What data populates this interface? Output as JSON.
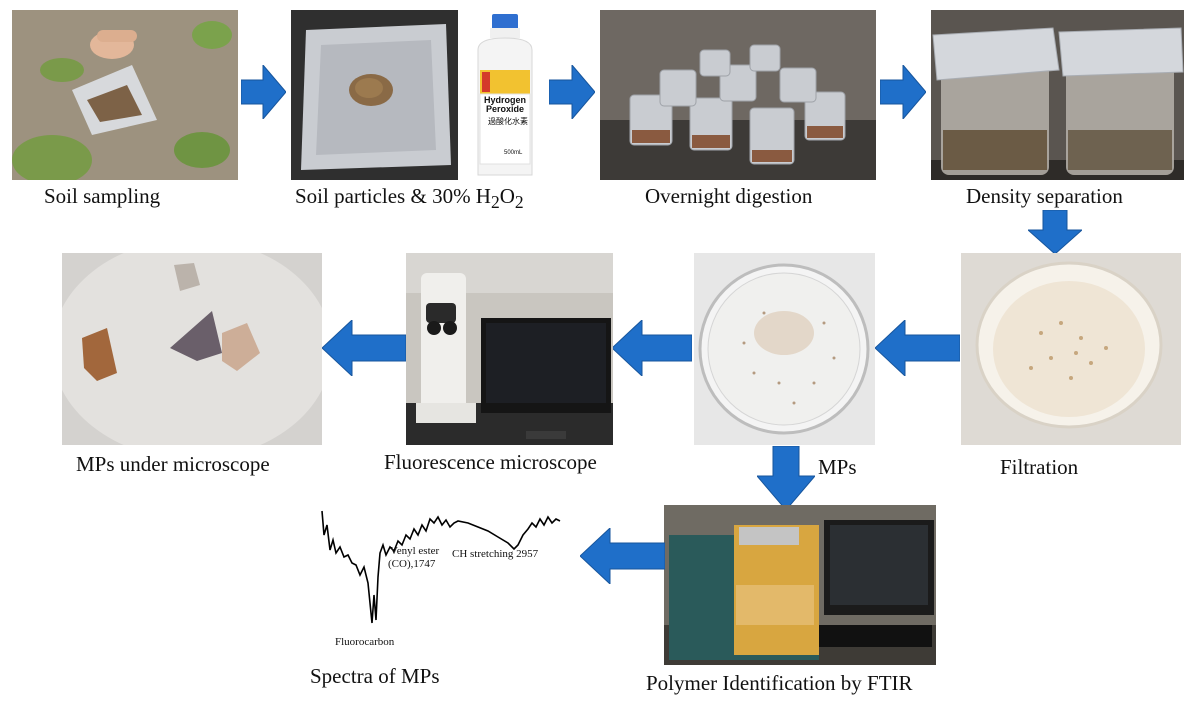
{
  "captions": {
    "soil_sampling": "Soil sampling",
    "soil_particles_prefix": "Soil particles & 30% H",
    "soil_particles_sub1": "2",
    "soil_particles_mid": "O",
    "soil_particles_sub2": "2",
    "overnight_digestion": "Overnight digestion",
    "density_separation": "Density separation",
    "filtration": "Filtration",
    "mps": "MPs",
    "fluorescence_microscope": "Fluorescence microscope",
    "mps_under_microscope": "MPs under microscope",
    "polymer_identification": "Polymer Identification by FTIR",
    "spectra_of_mps": "Spectra of MPs"
  },
  "bottle_label": {
    "name": "Hydrogen Peroxide",
    "japanese": "過酸化水素",
    "volume": "500mL"
  },
  "spectrum_annotations": {
    "vinyl_ester": "Venyl ester",
    "vinyl_ester_detail": "(CO),1747",
    "ch_stretching": "CH stretching 2957",
    "fluorocarbon": "Fluorocarbon"
  },
  "colors": {
    "arrow": "#1f6fc9",
    "arrow_edge": "#17559c",
    "foil": "#c9ccd1",
    "soil": "#8a6a46"
  }
}
